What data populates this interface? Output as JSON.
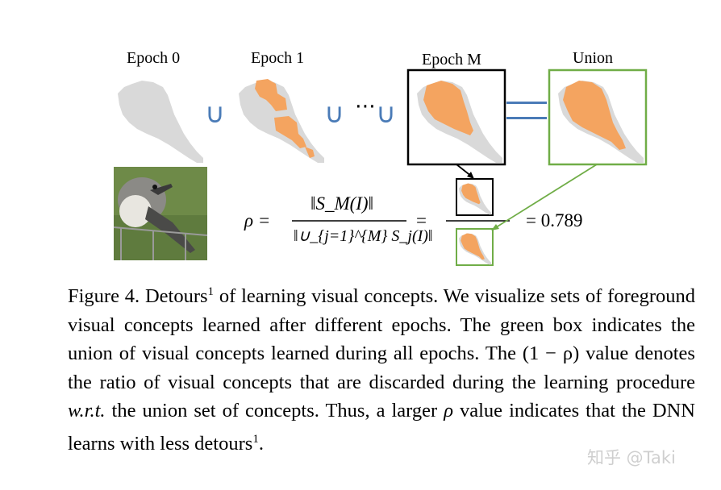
{
  "figure": {
    "epoch_labels": [
      "Epoch 0",
      "Epoch 1",
      "Epoch M",
      "Union"
    ],
    "union_symbol": "∪",
    "ellipsis": "⋯",
    "equation": {
      "lhs": "ρ =",
      "numerator": "‖S_M(I)‖",
      "denominator": "‖∪_{j=1}^{M} S_j(I)‖",
      "equals": "=",
      "result": "= 0.789"
    },
    "colors": {
      "concept_fill": "#F4A460",
      "gray_shape": "#D9D9D9",
      "union_box": "#70AD47",
      "epochM_box": "#000000",
      "union_symbol": "#4A7BB7"
    }
  },
  "caption": {
    "figure_number": "Figure 4.",
    "text_1": "Detours",
    "sup_1": "1",
    "text_2": " of learning visual concepts.  We visualize sets of foreground visual concepts learned after different epochs. The green box indicates the union of visual concepts learned during all epochs. The ",
    "math_1": "(1 − ρ)",
    "text_3": " value denotes the ratio of visual concepts that are discarded during the learning procedure ",
    "italic_1": "w.r.t.",
    "text_4": " the union set of concepts. Thus, a larger ",
    "math_2": "ρ",
    "text_5": " value indicates that the DNN learns with less detours",
    "sup_2": "1",
    "text_6": "."
  },
  "watermark": "知乎 @Taki"
}
